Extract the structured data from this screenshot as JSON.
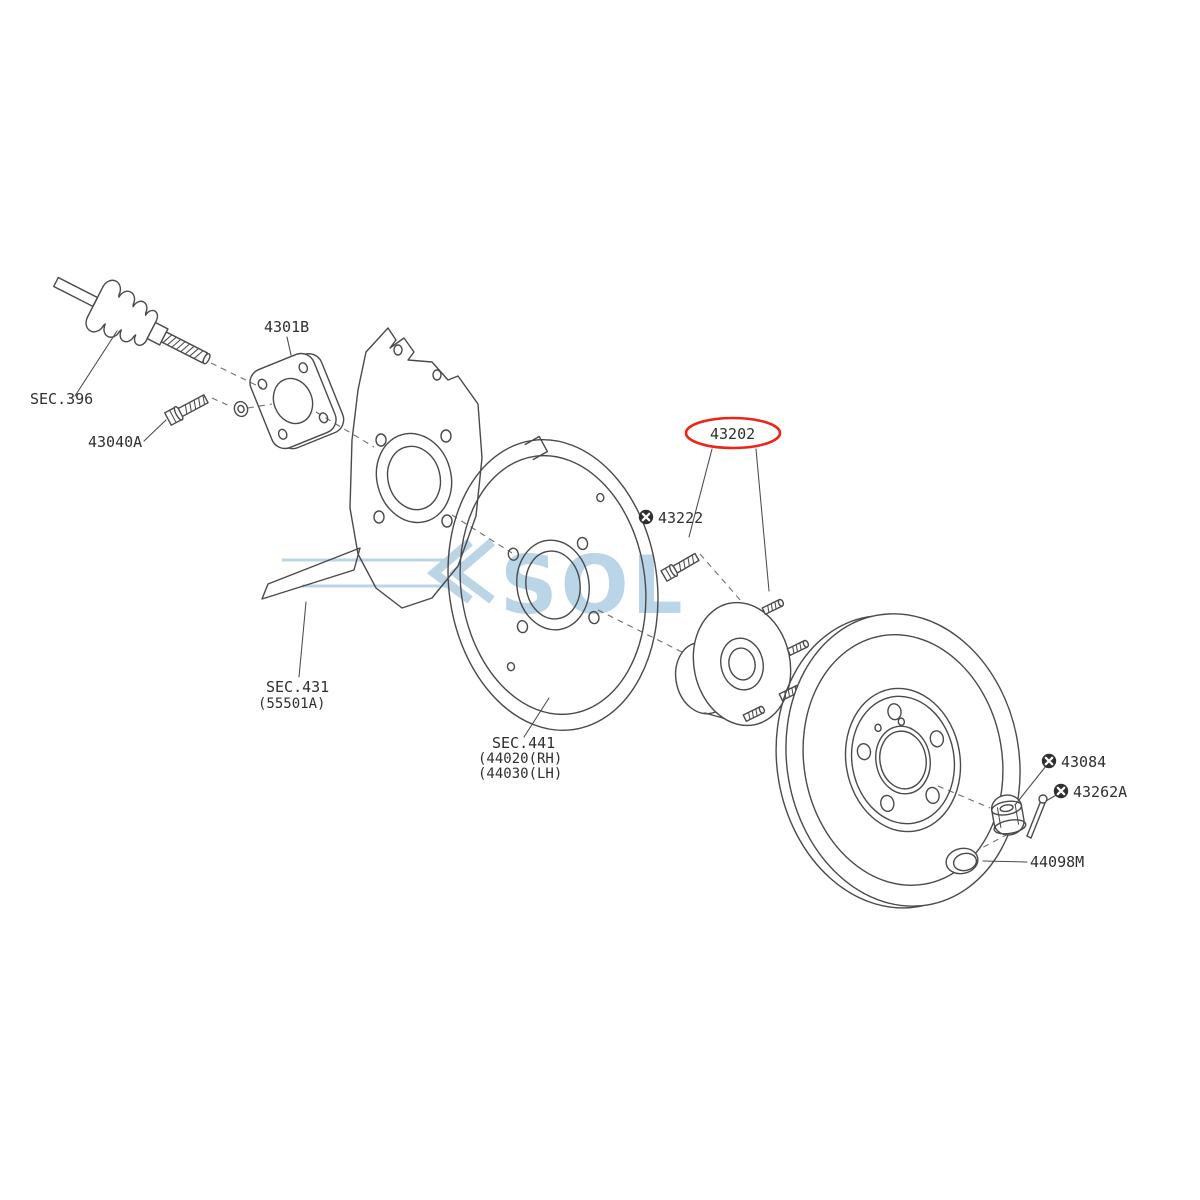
{
  "diagram": {
    "type": "exploded-parts-diagram",
    "subject": "rear axle hub, backing plate and brake rotor assembly",
    "labels": {
      "sec396": "SEC.396",
      "p43040A": "43040A",
      "p4301B": "4301B",
      "sec431": "SEC.431",
      "sec431_sub": "(55501A)",
      "sec441": "SEC.441",
      "sec441_rh": "(44020(RH)",
      "sec441_lh": "(44030(LH)",
      "p43202": "43202",
      "p43222": "43222",
      "p43084": "43084",
      "p43262A": "43262A",
      "p44098M": "44098M"
    },
    "highlighted_part": "43202",
    "symbols": {
      "non_reusable": "x-in-black-circle"
    },
    "watermark_text": "SOL",
    "colors": {
      "line": "#4a4a4a",
      "label": "#2f2f2f",
      "highlight": "#ee2419",
      "watermark": "#b7d3e6",
      "background": "#ffffff"
    }
  }
}
